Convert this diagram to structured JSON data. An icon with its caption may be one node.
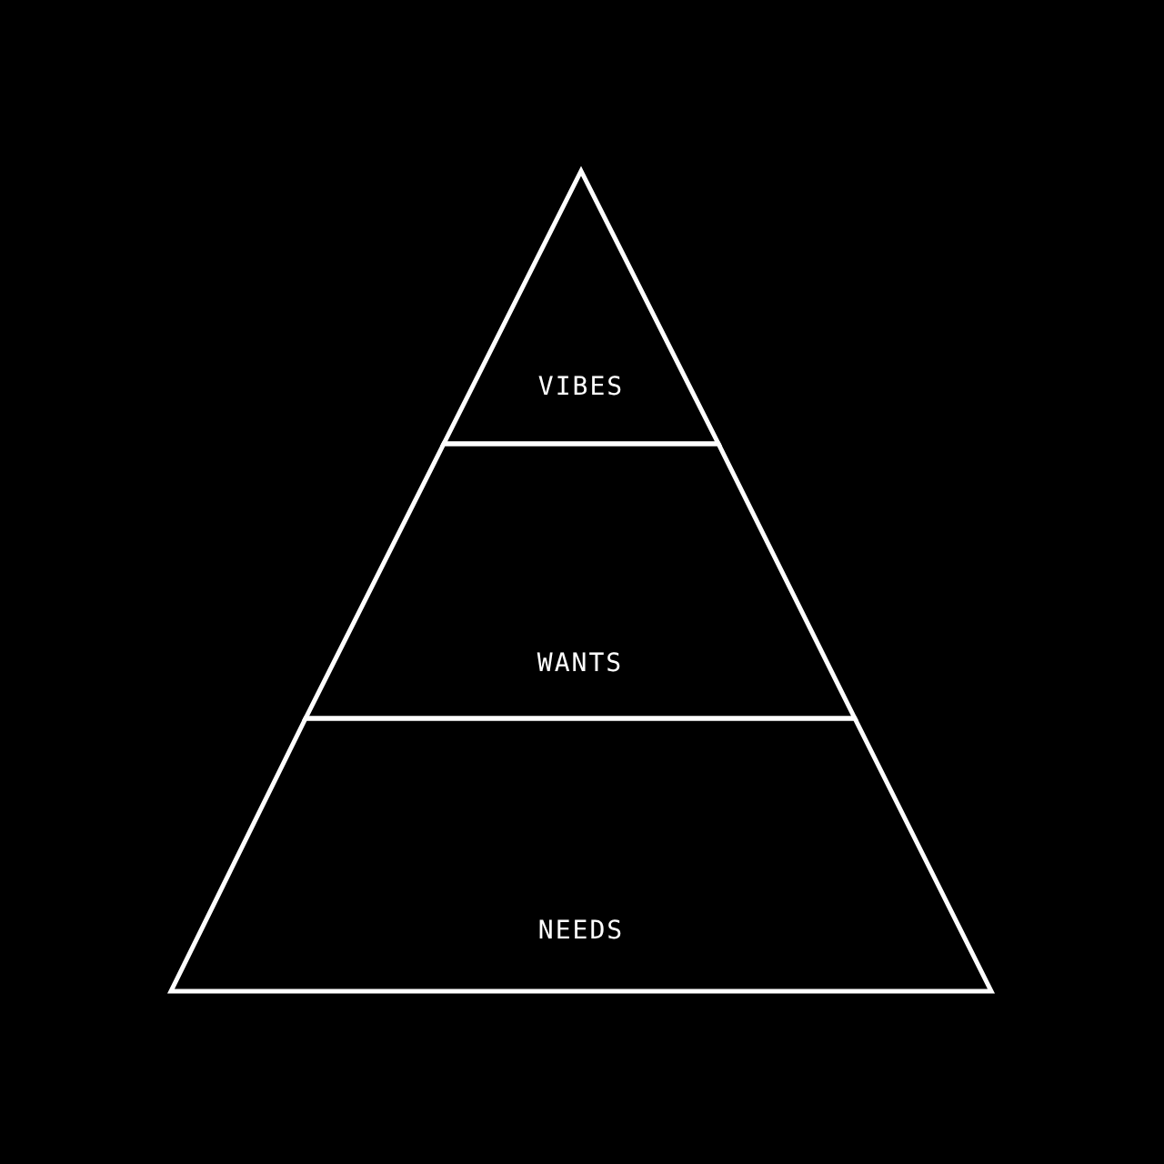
{
  "diagram": {
    "nodes": [
      {
        "text": [
          "VIBES"
        ]
      },
      {
        "text": [
          "WANTS"
        ]
      },
      {
        "text": [
          "NEEDS"
        ]
      }
    ]
  }
}
